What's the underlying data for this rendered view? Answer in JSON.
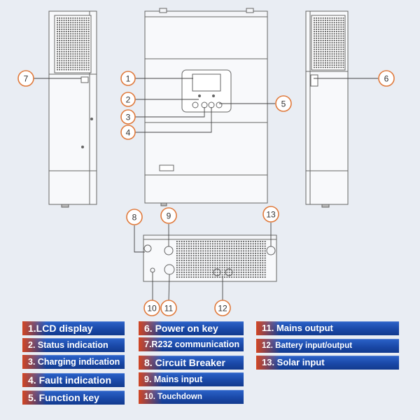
{
  "callouts": [
    "1",
    "2",
    "3",
    "4",
    "5",
    "6",
    "7",
    "8",
    "9",
    "10",
    "11",
    "12",
    "13"
  ],
  "legend": {
    "col1": [
      "1.LCD display",
      "2. Status indication",
      "3. Charging indication",
      "4. Fault indication",
      "5. Function key"
    ],
    "col2": [
      "6. Power on key",
      "7.R232 communication",
      "8. Circuit Breaker",
      "9. Mains input",
      "10. Touchdown"
    ],
    "col3": [
      "11. Mains output",
      "12. Battery input/output",
      "13. Solar input"
    ]
  },
  "colors": {
    "accent": "#e07a3c",
    "label_blue": "#1a49a8",
    "line": "#555555"
  }
}
